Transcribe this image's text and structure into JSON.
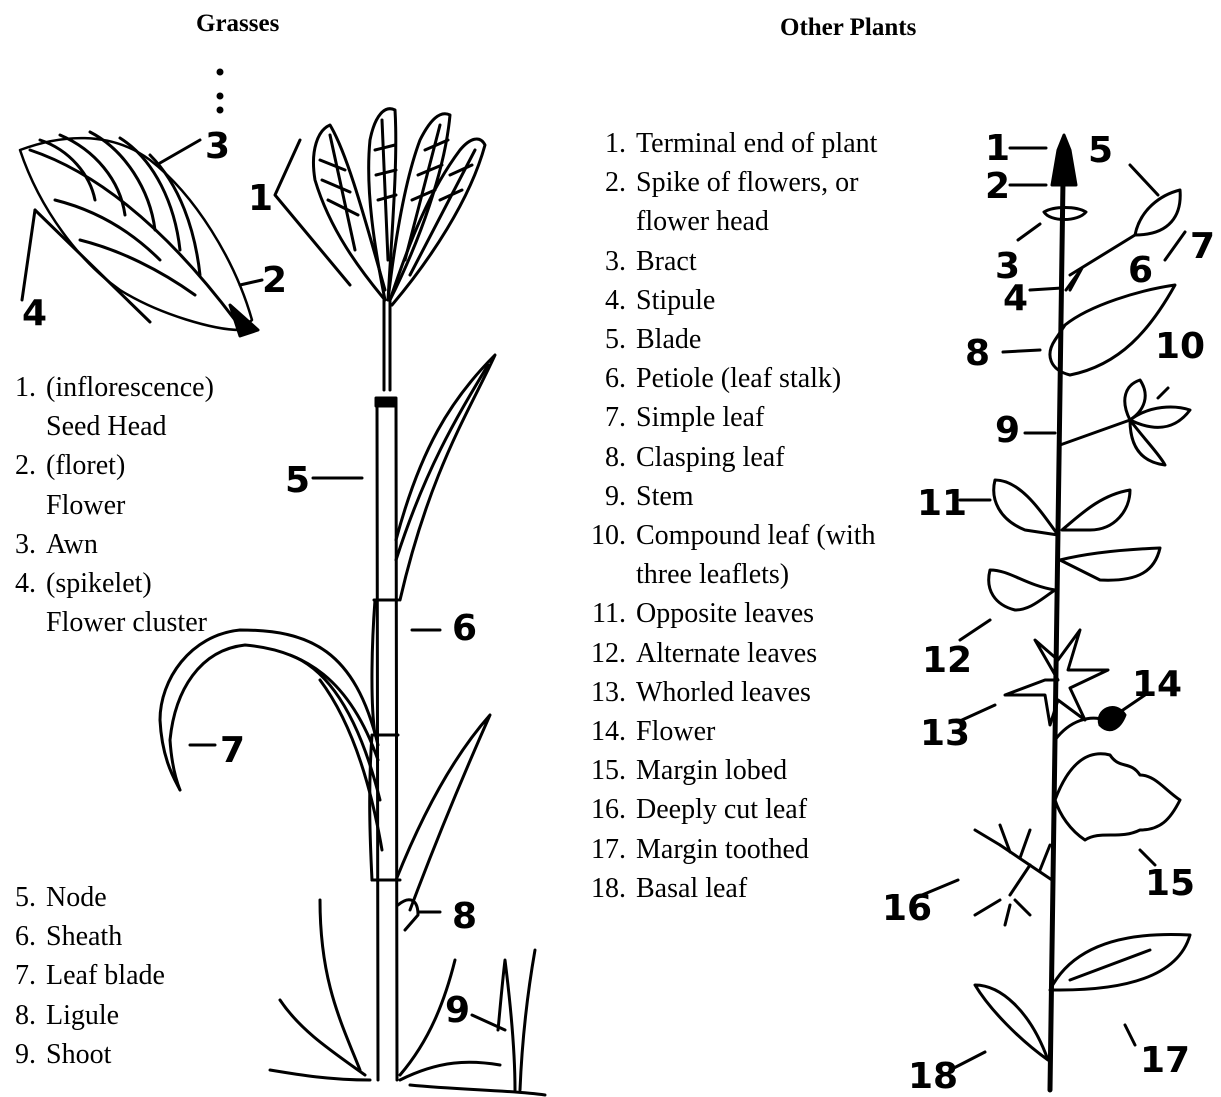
{
  "headings": {
    "grasses": "Grasses",
    "other": "Other Plants"
  },
  "grasses_key_top": [
    {
      "num": "1.",
      "text": "(inflorescence)\nSeed Head"
    },
    {
      "num": "2.",
      "text": "(floret)\nFlower"
    },
    {
      "num": "3.",
      "text": "Awn"
    },
    {
      "num": "4.",
      "text": "(spikelet)\nFlower cluster"
    }
  ],
  "grasses_key_bottom": [
    {
      "num": "5.",
      "text": "Node"
    },
    {
      "num": "6.",
      "text": "Sheath"
    },
    {
      "num": "7.",
      "text": "Leaf blade"
    },
    {
      "num": "8.",
      "text": "Ligule"
    },
    {
      "num": "9.",
      "text": "Shoot"
    }
  ],
  "other_key": [
    {
      "num": "1.",
      "text": "Terminal end of plant"
    },
    {
      "num": "2.",
      "text": "Spike of flowers, or\nflower head"
    },
    {
      "num": "3.",
      "text": "Bract"
    },
    {
      "num": "4.",
      "text": "Stipule"
    },
    {
      "num": "5.",
      "text": "Blade"
    },
    {
      "num": "6.",
      "text": "Petiole (leaf stalk)"
    },
    {
      "num": "7.",
      "text": "Simple leaf"
    },
    {
      "num": "8.",
      "text": "Clasping leaf"
    },
    {
      "num": "9.",
      "text": "Stem"
    },
    {
      "num": "10.",
      "text": "Compound leaf (with\nthree leaflets)"
    },
    {
      "num": "11.",
      "text": "Opposite leaves"
    },
    {
      "num": "12.",
      "text": "Alternate leaves"
    },
    {
      "num": "13.",
      "text": "Whorled leaves"
    },
    {
      "num": "14.",
      "text": "Flower"
    },
    {
      "num": "15.",
      "text": "Margin lobed"
    },
    {
      "num": "16.",
      "text": "Deeply cut leaf"
    },
    {
      "num": "17.",
      "text": "Margin toothed"
    },
    {
      "num": "18.",
      "text": "Basal leaf"
    }
  ],
  "grass_callouts": [
    "1",
    "2",
    "3",
    "4",
    "5",
    "6",
    "7",
    "8",
    "9"
  ],
  "plant_callouts": [
    "1",
    "2",
    "3",
    "4",
    "5",
    "6",
    "7",
    "8",
    "9",
    "10",
    "11",
    "12",
    "13",
    "14",
    "15",
    "16",
    "17",
    "18"
  ]
}
